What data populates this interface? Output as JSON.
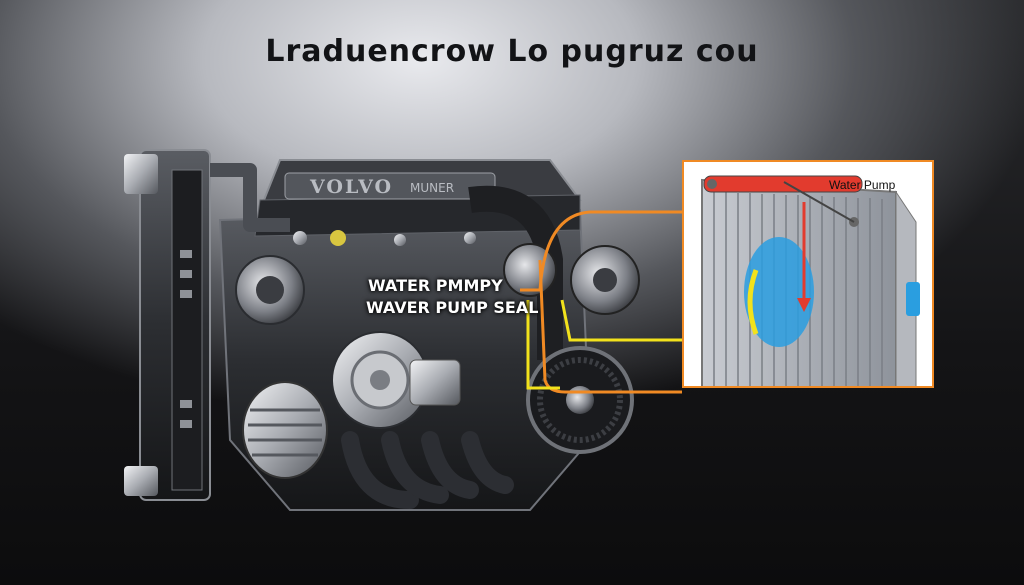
{
  "title": "Lraduencrow Lo pugruz cou",
  "engine": {
    "brand_plate": "VOLVO",
    "brand_plate_suffix": "MUNER"
  },
  "callouts": {
    "line1": "WATER PMMPY",
    "line2": "WAVER PUMP SEAL"
  },
  "inset": {
    "label": "Water Pump"
  },
  "colors": {
    "connector_orange": "#f08a24",
    "connector_yellow": "#f2e21c",
    "flow_arrow_red": "#e23b2e",
    "coolant_blue": "#2a9ee0"
  }
}
